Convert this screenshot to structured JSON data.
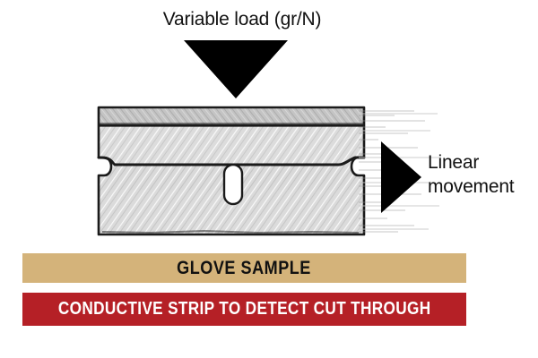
{
  "diagram": {
    "title": "Variable load (gr/N)",
    "load_arrow": {
      "icon": "arrow-down-icon",
      "direction": "down",
      "color": "#000000"
    },
    "movement_arrow": {
      "icon": "arrow-right-icon",
      "direction": "right",
      "color": "#000000"
    },
    "movement_label": "Linear movement",
    "blade": {
      "icon": "razor-blade-icon",
      "body_color": "#d9d9d9",
      "spine_color": "#bdbdbd",
      "outline_color": "#1a1a1a",
      "slot_color": "#ffffff"
    },
    "bars": [
      {
        "label": "GLOVE SAMPLE",
        "background": "#d4b37a",
        "text_color": "#111111"
      },
      {
        "label": "CONDUCTIVE STRIP TO DETECT CUT THROUGH",
        "background": "#b52026",
        "text_color": "#ffffff"
      }
    ]
  }
}
